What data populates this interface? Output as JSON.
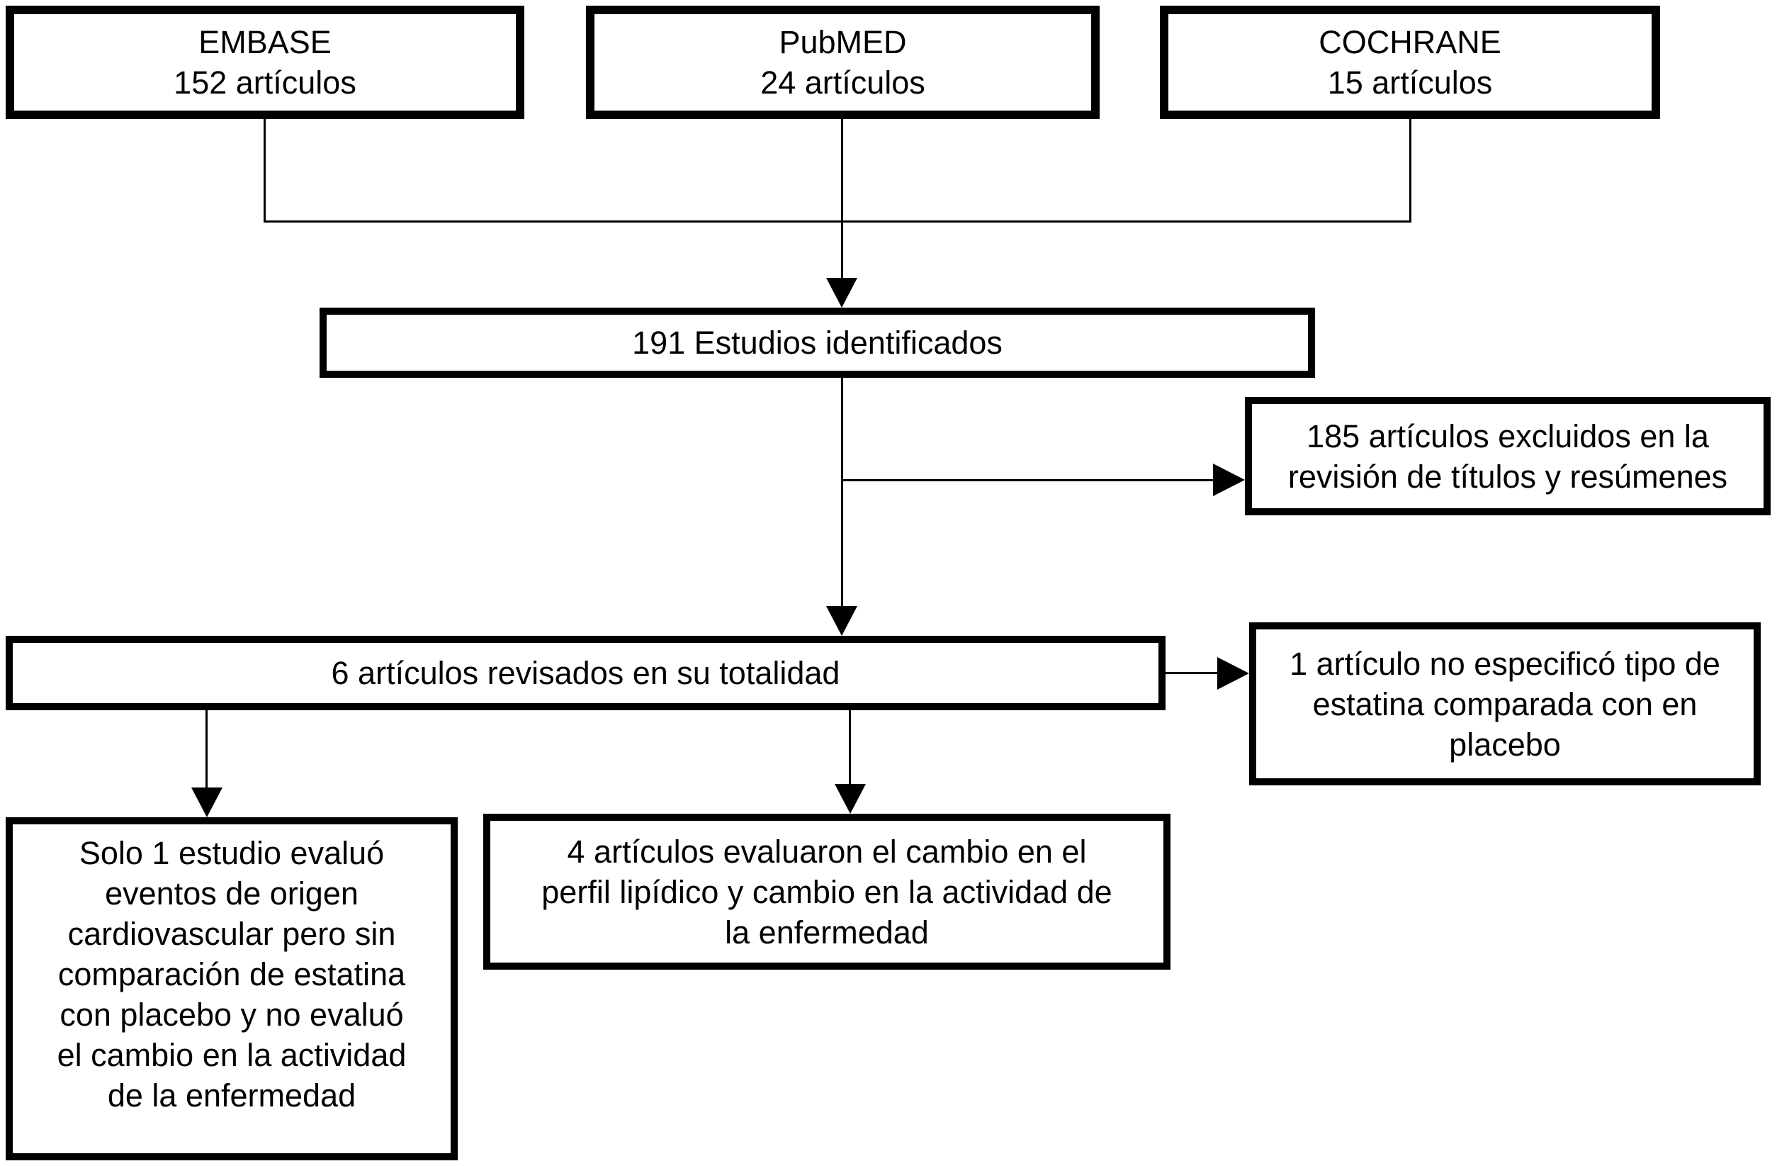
{
  "diagram": {
    "type": "flowchart",
    "colors": {
      "background": "#ffffff",
      "box_fill": "#ffffff",
      "border": "#000000",
      "text": "#000000",
      "line": "#000000"
    },
    "nodes": {
      "embase": {
        "text": "EMBASE\n152 artículos"
      },
      "pubmed": {
        "text": "PubMED\n24 artículos"
      },
      "cochrane": {
        "text": "COCHRANE\n15 artículos"
      },
      "identified": {
        "text": "191 Estudios identificados"
      },
      "excluded_titles": {
        "text": "185 artículos excluidos en la\nrevisión de títulos y resúmenes"
      },
      "full_review": {
        "text": "6 artículos revisados en su totalidad"
      },
      "no_statin_type": {
        "text": "1 artículo no especificó tipo de\nestatina comparada con en\nplacebo"
      },
      "cardio_only": {
        "text": "Solo 1 estudio evaluó\neventos de origen\ncardiovascular pero sin\ncomparación de estatina\ncon placebo y no evaluó\nel cambio en la actividad\nde la enfermedad"
      },
      "lipid_profile": {
        "text": "4 artículos evaluaron el cambio en el\nperfil lipídico y cambio en la actividad de\nla enfermedad"
      }
    }
  }
}
